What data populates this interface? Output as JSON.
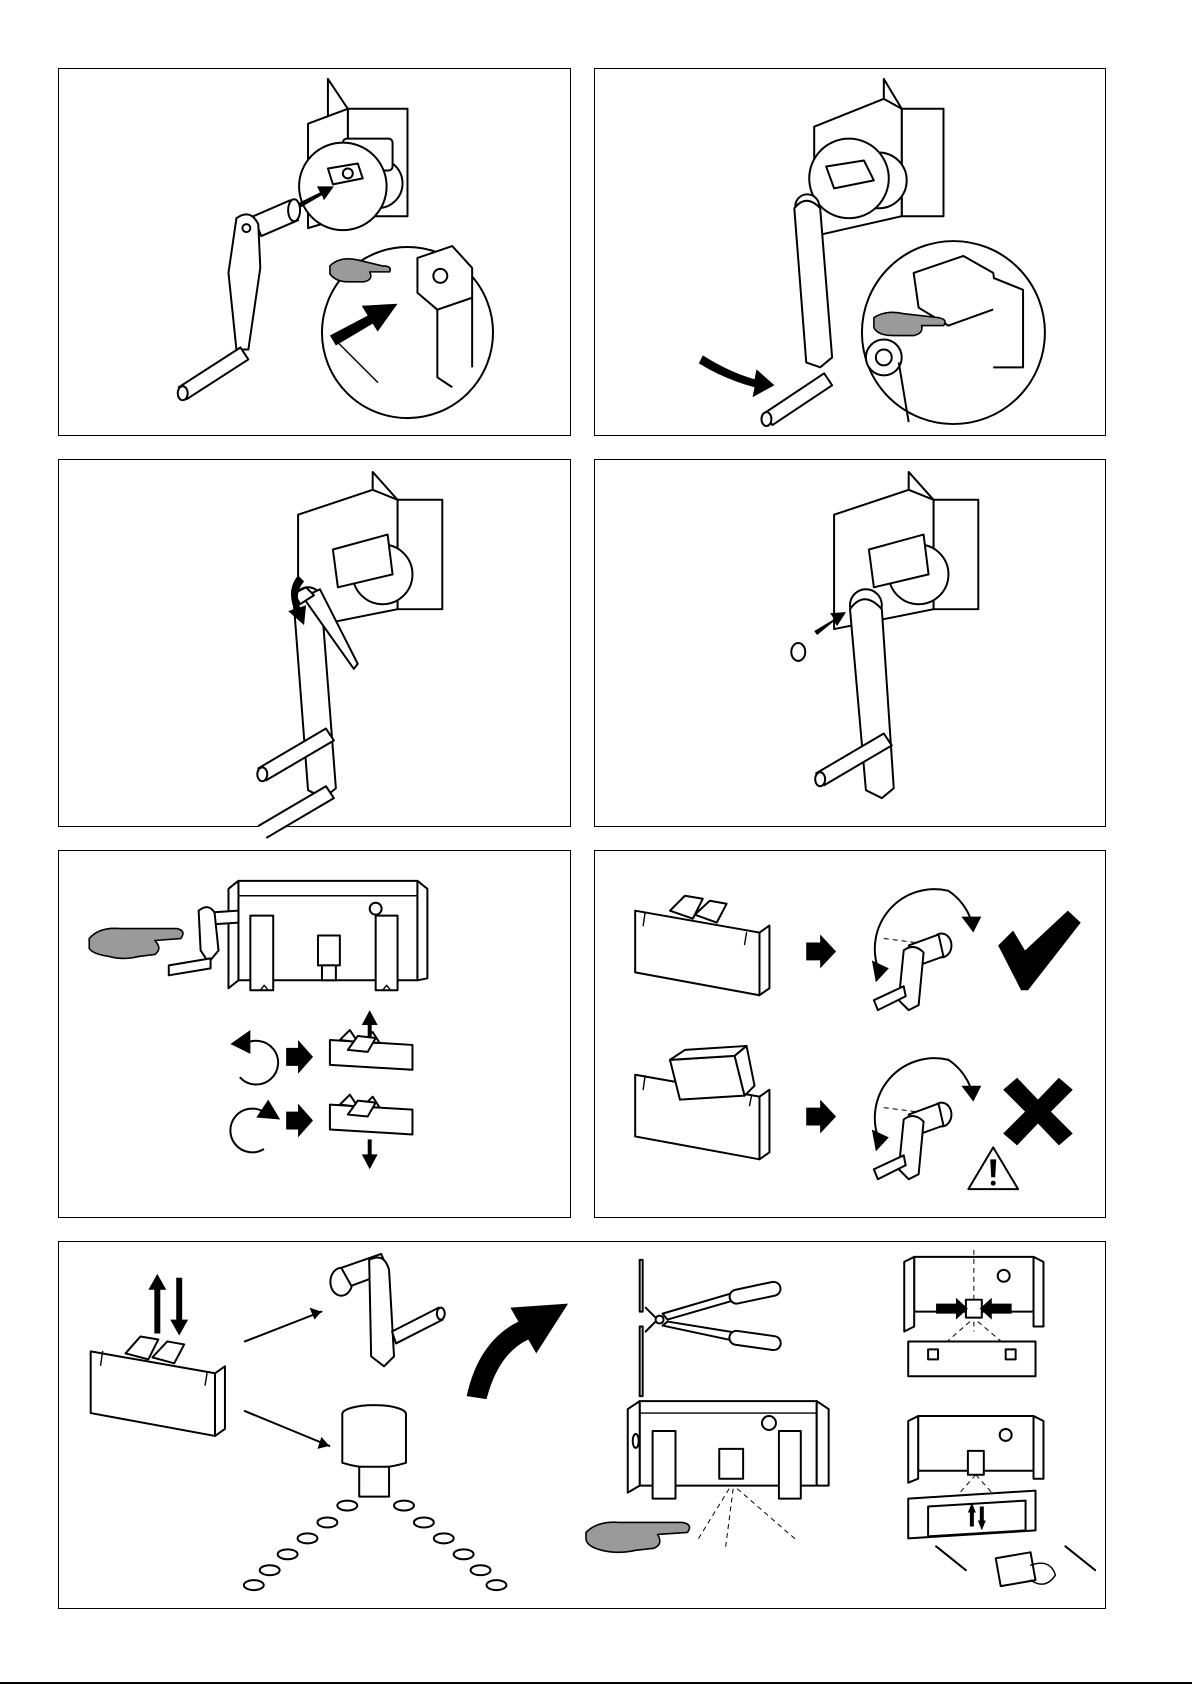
{
  "panels": [
    {
      "id": "step-1",
      "icons": [
        "crank-handle-icon",
        "hex-shaft-icon",
        "pointing-hand-icon",
        "insert-arrow-icon"
      ]
    },
    {
      "id": "step-2",
      "icons": [
        "crank-handle-icon",
        "pointing-hand-icon",
        "push-down-arrow-icon"
      ]
    },
    {
      "id": "step-3",
      "icons": [
        "crank-handle-icon",
        "allen-key-icon",
        "rotate-arrow-icon"
      ]
    },
    {
      "id": "step-4",
      "icons": [
        "crank-handle-icon",
        "cap-icon",
        "insert-arrow-icon"
      ]
    },
    {
      "id": "step-5",
      "icons": [
        "jack-frame-icon",
        "pointing-hand-icon",
        "counterclockwise-icon",
        "clockwise-icon",
        "up-arrow-icon",
        "down-arrow-icon"
      ]
    },
    {
      "id": "step-6",
      "icons": [
        "bars-raised-icon",
        "bars-with-load-icon",
        "check-mark-icon",
        "cross-mark-icon",
        "warning-triangle-icon"
      ]
    },
    {
      "id": "step-7",
      "icons": [
        "bars-up-down-icon",
        "crank-handle-icon",
        "drum-chain-icon",
        "curved-arrow-icon",
        "bolt-cutter-icon",
        "chain-clip-icon"
      ]
    }
  ],
  "colors": {
    "line": "#000000",
    "hand_fill": "#9a9a9a",
    "background": "#ffffff"
  },
  "footer": {
    "code": ""
  }
}
